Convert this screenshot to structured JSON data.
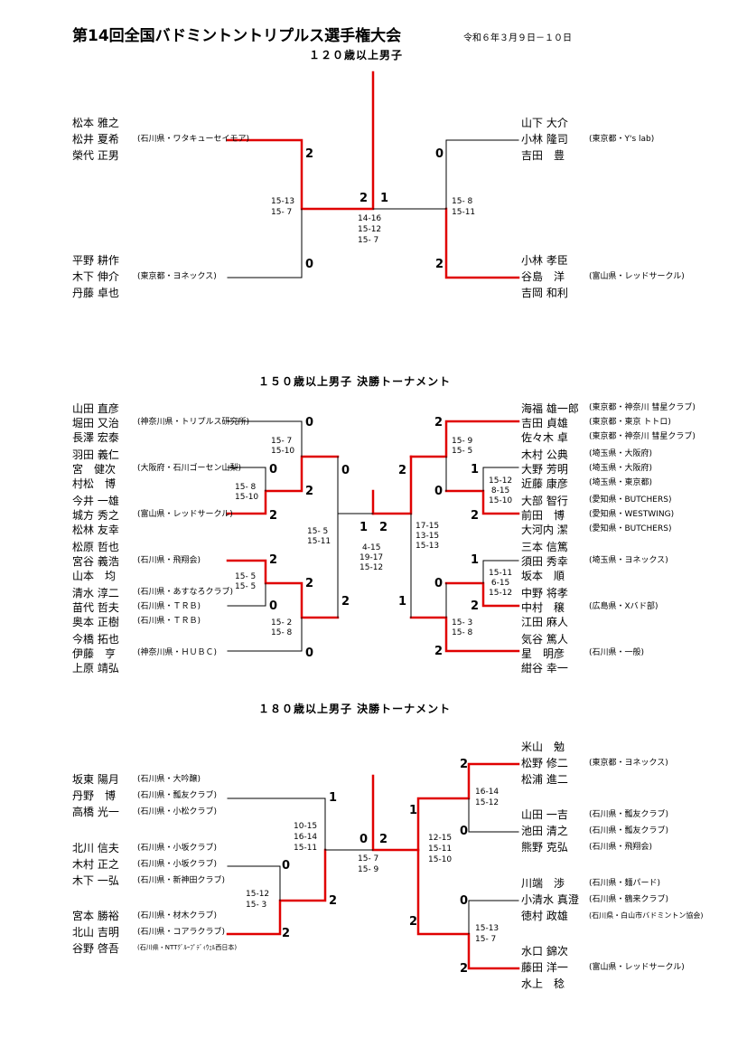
{
  "header": {
    "title": "第14回全国バドミントントリプルス選手権大会",
    "date": "令和６年３月９日－１０日"
  },
  "s120": {
    "title": "１２０歳以上男子",
    "t1": {
      "p1": "松本 雅之",
      "p2": "松井 夏希",
      "p3": "榮代 正男",
      "aff": "(石川県・ワタキューセイモア)"
    },
    "t2": {
      "p1": "平野 耕作",
      "p2": "木下 伸介",
      "p3": "丹藤 卓也",
      "aff": "(東京都・ヨネックス)"
    },
    "t3": {
      "p1": "山下 大介",
      "p2": "小林 隆司",
      "p3": "吉田　豊",
      "aff": "(東京都・Y's lab)"
    },
    "t4": {
      "p1": "小林 孝臣",
      "p2": "谷島　洋",
      "p3": "吉岡 和利",
      "aff": "(富山県・レッドサークル)"
    },
    "w_t1": "2",
    "w_t2": "0",
    "w_t3": "0",
    "w_t4": "2",
    "w_cl": "2",
    "w_cr": "1",
    "sc_l": [
      "15-13",
      "15- 7"
    ],
    "sc_r": [
      "15- 8",
      "15-11"
    ],
    "sc_f": [
      "14-16",
      "15-12",
      "15- 7"
    ]
  },
  "s150": {
    "title": "１５０歳以上男子 決勝トーナメント",
    "L": [
      {
        "p": [
          "山田 直彦",
          "堀田 又治",
          "長澤 宏泰"
        ],
        "aff": "(神奈川県・トリプルス研究所)"
      },
      {
        "p": [
          "羽田 義仁",
          "宮　健次",
          "村松　博"
        ],
        "aff": "(大阪府・石川ゴーセン山梨)"
      },
      {
        "p": [
          "今井 一雄",
          "城方 秀之",
          "松林 友幸"
        ],
        "aff": "(富山県・レッドサークル)"
      },
      {
        "p": [
          "松原 哲也",
          "宮谷 義浩",
          "山本　均"
        ],
        "aff": "(石川県・飛翔会)"
      },
      {
        "p": [
          "清水 淳二",
          "苗代 哲夫",
          "奥本 正樹"
        ],
        "aff2": [
          "(石川県・あすなろクラブ)",
          "(石川県・ＴＲＢ)",
          "(石川県・ＴＲＢ)"
        ]
      },
      {
        "p": [
          "今橋 拓也",
          "伊藤　亨",
          "上原 靖弘"
        ],
        "aff": "(神奈川県・ＨＵＢＣ)"
      }
    ],
    "R": [
      {
        "p": [
          "海福 雄一郎",
          "吉田 貞雄",
          "佐々木 卓"
        ],
        "aff2": [
          "(東京都・神奈川 彗星クラブ)",
          "(東京都・東京 トトロ)",
          "(東京都・神奈川 彗星クラブ)"
        ]
      },
      {
        "p": [
          "木村 公典",
          "大野 芳明",
          "近藤 康彦"
        ],
        "aff2": [
          "(埼玉県・大阪府)",
          "(埼玉県・大阪府)",
          "(埼玉県・東京都)"
        ]
      },
      {
        "p": [
          "大部 智行",
          "前田　博",
          "大河内 潔"
        ],
        "aff2": [
          "(愛知県・BUTCHERS)",
          "(愛知県・WESTWING)",
          "(愛知県・BUTCHERS)"
        ]
      },
      {
        "p": [
          "三本 信篤",
          "須田 秀幸",
          "坂本　順"
        ],
        "aff": "(埼玉県・ヨネックス)"
      },
      {
        "p": [
          "中野 将孝",
          "中村　穣",
          "江田 麻人"
        ],
        "aff": "(広島県・Xバド部)"
      },
      {
        "p": [
          "気谷 篤人",
          "星　明彦",
          "紺谷 幸一"
        ],
        "aff": "(石川県・一般)"
      }
    ],
    "w": {
      "lA": "0",
      "lB": "0",
      "lC": "2",
      "lD": "2",
      "lE": "2",
      "lF": "0",
      "lG": "2",
      "lH": "0",
      "lI": "0",
      "lJ": "2",
      "rA": "2",
      "rB": "1",
      "rC": "0",
      "rD": "2",
      "rE": "1",
      "rF": "0",
      "rG": "2",
      "rH": "2",
      "rI": "2",
      "rJ": "1",
      "fl": "1",
      "fr": "2"
    },
    "sc": {
      "l1": [
        "15- 7",
        "15-10"
      ],
      "l2": [
        "15- 8",
        "15-10"
      ],
      "l3": [
        "15- 5",
        "15- 5"
      ],
      "l4": [
        "15- 2",
        "15- 8"
      ],
      "l5": [
        "15- 5",
        "15-11"
      ],
      "r1": [
        "15- 9",
        "15- 5"
      ],
      "r2": [
        "15-12",
        " 8-15",
        "15-10"
      ],
      "r3": [
        "15-11",
        " 6-15",
        "15-12"
      ],
      "r4": [
        "15- 3",
        "15- 8"
      ],
      "r5": [
        "17-15",
        "13-15",
        "15-13"
      ],
      "f": [
        "4-15",
        "19-17",
        "15-12"
      ]
    }
  },
  "s180": {
    "title": "１８０歳以上男子 決勝トーナメント",
    "L": [
      {
        "p": [
          "坂東 陽月",
          "丹野　博",
          "高橋 光一"
        ],
        "aff2": [
          "(石川県・大吟醸)",
          "(石川県・瓢友クラブ)",
          "(石川県・小松クラブ)"
        ]
      },
      {
        "p": [
          "北川 信夫",
          "木村 正之",
          "木下 一弘"
        ],
        "aff2": [
          "(石川県・小坂クラブ)",
          "(石川県・小坂クラブ)",
          "(石川県・新神田クラブ)"
        ]
      },
      {
        "p": [
          "宮本 勝裕",
          "北山 吉明",
          "谷野 啓吾"
        ],
        "aff2": [
          "(石川県・材木クラブ)",
          "(石川県・コアラクラブ)",
          "(石川県・NTTｸﾞﾙｰﾌﾟﾃﾞｨｳｪﾙ西日本)"
        ]
      }
    ],
    "R": [
      {
        "p": [
          "米山　勉",
          "松野 修二",
          "松浦 進二"
        ],
        "aff": "(東京都・ヨネックス)"
      },
      {
        "p": [
          "山田 一吉",
          "池田 清之",
          "熊野 克弘"
        ],
        "aff2": [
          "(石川県・瓢友クラブ)",
          "(石川県・瓢友クラブ)",
          "(石川県・飛翔会)"
        ]
      },
      {
        "p": [
          "川端　渉",
          "小清水 真澄",
          "徳村 政雄"
        ],
        "aff2": [
          "(石川県・麺パード)",
          "(石川県・鶴来クラブ)",
          "(石川県・白山市バドミントン協会)"
        ]
      },
      {
        "p": [
          "水口 錦次",
          "藤田 洋一",
          "水上　稔"
        ],
        "aff": "(富山県・レッドサークル)"
      }
    ],
    "w": {
      "l1": "1",
      "l2": "0",
      "l3": "2",
      "l4": "2",
      "l5": "0",
      "r1": "2",
      "r2": "0",
      "r3": "1",
      "r4": "0",
      "r5": "2",
      "r6": "2",
      "fl": "0",
      "fr": "2"
    },
    "sc": {
      "l1": [
        "10-15",
        "16-14",
        "15-11"
      ],
      "l2": [
        "15-12",
        "15- 3"
      ],
      "r1": [
        "16-14",
        "15-12"
      ],
      "r2": [
        "12-15",
        "15-11",
        "15-10"
      ],
      "r3": [
        "15-13",
        "15- 7"
      ],
      "f": [
        "15- 7",
        "15- 9"
      ]
    }
  }
}
